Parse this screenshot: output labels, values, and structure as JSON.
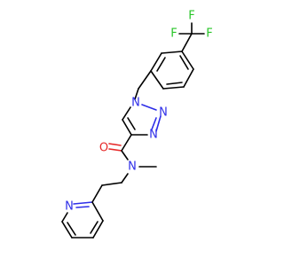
{
  "molecule": {
    "atoms": {
      "fluorine_top": "F",
      "fluorine_left": "F",
      "fluorine_right": "F",
      "triazole_n1": "N",
      "triazole_n2": "N",
      "triazole_n3": "N",
      "carbonyl_oxygen": "O",
      "amide_nitrogen": "N",
      "pyridine_nitrogen": "N"
    },
    "colors": {
      "carbon": "#000000",
      "nitrogen": "#2d2de8",
      "oxygen": "#e62a2a",
      "fluorine": "#28c528"
    }
  }
}
